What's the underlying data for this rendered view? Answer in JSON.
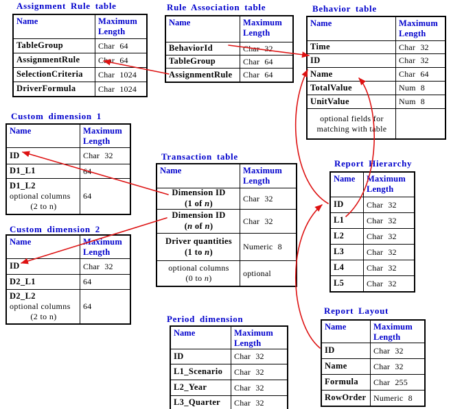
{
  "colors": {
    "title_blue": "#0000cc",
    "header_blue": "#0000cc",
    "arrow_red": "#dd1111",
    "border_black": "#000000",
    "background": "#ffffff"
  },
  "tables": [
    {
      "id": "assignment-rule",
      "title": "Assignment Rule table",
      "headers": [
        "Name",
        "Maximum Length"
      ],
      "rows": [
        {
          "name": [
            {
              "t": "TableGroup",
              "s": "b"
            }
          ],
          "value": "Char 64"
        },
        {
          "name": [
            {
              "t": "AssignmentRule",
              "s": "b"
            }
          ],
          "value": "Char 64"
        },
        {
          "name": [
            {
              "t": "SelectionCriteria",
              "s": "b"
            }
          ],
          "value": "Char 1024"
        },
        {
          "name": [
            {
              "t": "DriverFormula",
              "s": "b"
            }
          ],
          "value": "Char 1024"
        }
      ]
    },
    {
      "id": "rule-association",
      "title": "Rule Association table",
      "headers": [
        "Name",
        "Maximum Length"
      ],
      "rows": [
        {
          "name": [
            {
              "t": "BehaviorId",
              "s": "b"
            }
          ],
          "value": "Char 32"
        },
        {
          "name": [
            {
              "t": "TableGroup",
              "s": "b"
            }
          ],
          "value": "Char 64"
        },
        {
          "name": [
            {
              "t": "AssignmentRule",
              "s": "b"
            }
          ],
          "value": "Char 64"
        }
      ]
    },
    {
      "id": "behavior",
      "title": "Behavior table",
      "headers": [
        "Name",
        "Maximum Length"
      ],
      "rows": [
        {
          "name": [
            {
              "t": "Time",
              "s": "b"
            }
          ],
          "value": "Char 32"
        },
        {
          "name": [
            {
              "t": "ID",
              "s": "b"
            }
          ],
          "value": "Char 32"
        },
        {
          "name": [
            {
              "t": "Name",
              "s": "b"
            }
          ],
          "value": "Char 64"
        },
        {
          "name": [
            {
              "t": "TotalValue",
              "s": "b"
            }
          ],
          "value": "Num 8"
        },
        {
          "name": [
            {
              "t": "UnitValue",
              "s": "b"
            }
          ],
          "value": "Num 8"
        },
        {
          "name": [
            {
              "t": "optional fields for",
              "s": "rc"
            },
            {
              "t": "matching with table",
              "s": "rc"
            }
          ],
          "value": ""
        }
      ]
    },
    {
      "id": "custom-dimension-1",
      "title": "Custom dimension 1",
      "headers": [
        "Name",
        "Maximum Length"
      ],
      "rows": [
        {
          "name": [
            {
              "t": "ID",
              "s": "b"
            }
          ],
          "value": "Char 32"
        },
        {
          "name": [
            {
              "t": "D1_L1",
              "s": "b"
            }
          ],
          "value": "64"
        },
        {
          "name": [
            {
              "t": "D1_L2",
              "s": "b"
            },
            {
              "t": "optional columns",
              "s": "r"
            },
            {
              "t": "(2 to n)",
              "s": "rc"
            }
          ],
          "value": "64"
        }
      ]
    },
    {
      "id": "transaction",
      "title": "Transaction table",
      "headers": [
        "Name",
        "Maximum Length"
      ],
      "rows": [
        {
          "name": [
            {
              "t": "Dimension ID",
              "s": "bc"
            },
            {
              "t": "(1 of n)",
              "s": "bci"
            }
          ],
          "value": "Char 32"
        },
        {
          "name": [
            {
              "t": "Dimension ID",
              "s": "bc"
            },
            {
              "t": "(n of n)",
              "s": "bci"
            }
          ],
          "value": "Char 32"
        },
        {
          "name": [
            {
              "t": "Driver quantities",
              "s": "bc"
            },
            {
              "t": "(1 to n)",
              "s": "bci"
            }
          ],
          "value": "Numeric 8"
        },
        {
          "name": [
            {
              "t": "optional columns",
              "s": "rc"
            },
            {
              "t": "(0 to n)",
              "s": "rci"
            }
          ],
          "value": "optional"
        }
      ]
    },
    {
      "id": "custom-dimension-2",
      "title": "Custom dimension 2",
      "headers": [
        "Name",
        "Maximum Length"
      ],
      "rows": [
        {
          "name": [
            {
              "t": "ID",
              "s": "b"
            }
          ],
          "value": "Char 32"
        },
        {
          "name": [
            {
              "t": "D2_L1",
              "s": "b"
            }
          ],
          "value": "64"
        },
        {
          "name": [
            {
              "t": "D2_L2",
              "s": "b"
            },
            {
              "t": "optional columns",
              "s": "r"
            },
            {
              "t": "(2 to n)",
              "s": "rc"
            }
          ],
          "value": "64"
        }
      ]
    },
    {
      "id": "report-hierarchy",
      "title": "Report Hierarchy",
      "headers": [
        "Name",
        "Maximum Length"
      ],
      "rows": [
        {
          "name": [
            {
              "t": "ID",
              "s": "b"
            }
          ],
          "value": "Char 32"
        },
        {
          "name": [
            {
              "t": "L1",
              "s": "b"
            }
          ],
          "value": "Char 32"
        },
        {
          "name": [
            {
              "t": "L2",
              "s": "b"
            }
          ],
          "value": "Char 32"
        },
        {
          "name": [
            {
              "t": "L3",
              "s": "b"
            }
          ],
          "value": "Char 32"
        },
        {
          "name": [
            {
              "t": "L4",
              "s": "b"
            }
          ],
          "value": "Char 32"
        },
        {
          "name": [
            {
              "t": "L5",
              "s": "b"
            }
          ],
          "value": "Char 32"
        }
      ]
    },
    {
      "id": "period-dimension",
      "title": "Period dimension",
      "headers": [
        "Name",
        "Maximum Length"
      ],
      "rows": [
        {
          "name": [
            {
              "t": "ID",
              "s": "b"
            }
          ],
          "value": "Char 32"
        },
        {
          "name": [
            {
              "t": "L1_Scenario",
              "s": "b"
            }
          ],
          "value": "Char 32"
        },
        {
          "name": [
            {
              "t": "L2_Year",
              "s": "b"
            }
          ],
          "value": "Char 32"
        },
        {
          "name": [
            {
              "t": "L3_Quarter",
              "s": "b"
            }
          ],
          "value": "Char 32"
        }
      ]
    },
    {
      "id": "report-layout",
      "title": "Report Layout",
      "headers": [
        "Name",
        "Maximum Length"
      ],
      "rows": [
        {
          "name": [
            {
              "t": "ID",
              "s": "b"
            }
          ],
          "value": "Char 32"
        },
        {
          "name": [
            {
              "t": "Name",
              "s": "b"
            }
          ],
          "value": "Char 32"
        },
        {
          "name": [
            {
              "t": "Formula",
              "s": "b"
            }
          ],
          "value": "Char 255"
        },
        {
          "name": [
            {
              "t": "RowOrder",
              "s": "b"
            }
          ],
          "value": "Numeric 8"
        }
      ]
    }
  ],
  "relationships": [
    {
      "id": "r1",
      "from": "Rule Association table.AssignmentRule",
      "to": "Assignment Rule table.AssignmentRule"
    },
    {
      "id": "r2",
      "from": "Rule Association table.BehaviorId",
      "to": "Behavior table.ID"
    },
    {
      "id": "r3",
      "from": "Transaction table.Dimension ID (1 of n)",
      "to": "Custom dimension 1.ID"
    },
    {
      "id": "r4",
      "from": "Transaction table.Dimension ID (n of n)",
      "to": "Custom dimension 2.ID"
    },
    {
      "id": "r5",
      "from": "Report Hierarchy.ID",
      "to": "Behavior table.ID"
    },
    {
      "id": "r6",
      "from": "Report Hierarchy.L1",
      "to": "Behavior table.Name"
    },
    {
      "id": "r7",
      "from": "Report Layout.ID",
      "to": "Report Hierarchy.ID"
    }
  ]
}
